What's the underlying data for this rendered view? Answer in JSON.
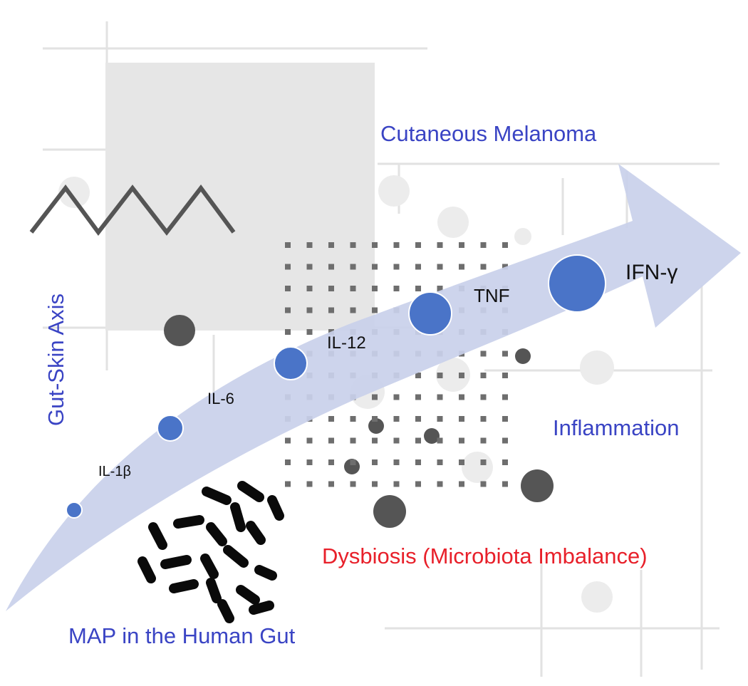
{
  "labels": {
    "title_top": "Cutaneous Melanoma",
    "axis": "Gut-Skin Axis",
    "inflammation": "Inflammation",
    "dysbiosis": "Dysbiosis (Microbiota Imbalance)",
    "source": "MAP in the Human Gut"
  },
  "cytokines": [
    {
      "name": "IL-1β"
    },
    {
      "name": "IL-6"
    },
    {
      "name": "IL-12"
    },
    {
      "name": "TNF"
    },
    {
      "name": "IFN-γ"
    }
  ],
  "colors": {
    "label_blue": "#3a44c4",
    "label_red": "#e8202a",
    "arrow_fill": "#c9d0ea",
    "cytokine_dot": "#4a74c8",
    "bacteria": "#0a0a0a",
    "background_shapes": "#e6e6e6",
    "grid_dots": "#6e6e6e"
  },
  "icons": [
    "zigzag-line-icon",
    "bacteria-cluster-icon",
    "curved-arrow-icon"
  ]
}
